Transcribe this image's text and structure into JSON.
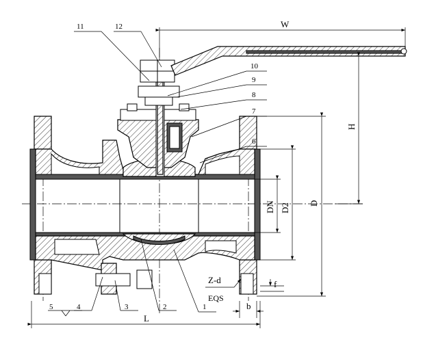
{
  "dimensions": {
    "W": "W",
    "H": "H",
    "D": "D",
    "DN": "DN",
    "D2": "D2",
    "L": "L",
    "b": "b",
    "f": "f",
    "Z_d": "Z-d",
    "EQS": "EQS"
  },
  "part_labels": [
    "1",
    "2",
    "3",
    "4",
    "5",
    "6",
    "7",
    "8",
    "9",
    "10",
    "11",
    "12"
  ]
}
